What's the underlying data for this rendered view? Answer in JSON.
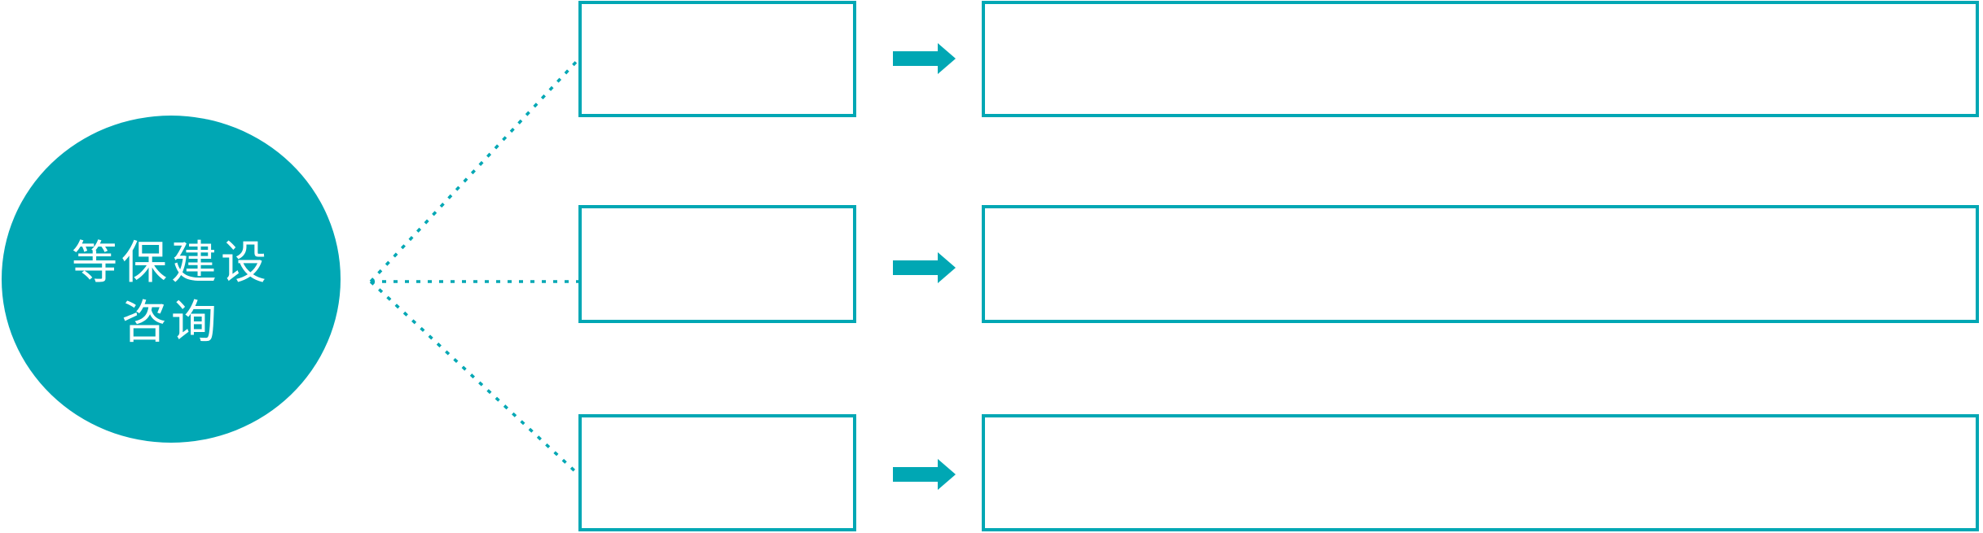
{
  "diagram": {
    "hub": {
      "label": "等保建设咨询",
      "label_line1": "等保建设",
      "label_line2": "咨询"
    },
    "branches": [
      {
        "name": "branch-1",
        "small_box_label": "",
        "large_box_label": ""
      },
      {
        "name": "branch-2",
        "small_box_label": "",
        "large_box_label": ""
      },
      {
        "name": "branch-3",
        "small_box_label": "",
        "large_box_label": ""
      }
    ]
  },
  "icons": {
    "arrow": "arrow-right-icon",
    "connector": "dotted-connector-line"
  },
  "colors": {
    "accent": "#00a7b4",
    "text_on_accent": "#ffffff",
    "background": "#ffffff"
  }
}
